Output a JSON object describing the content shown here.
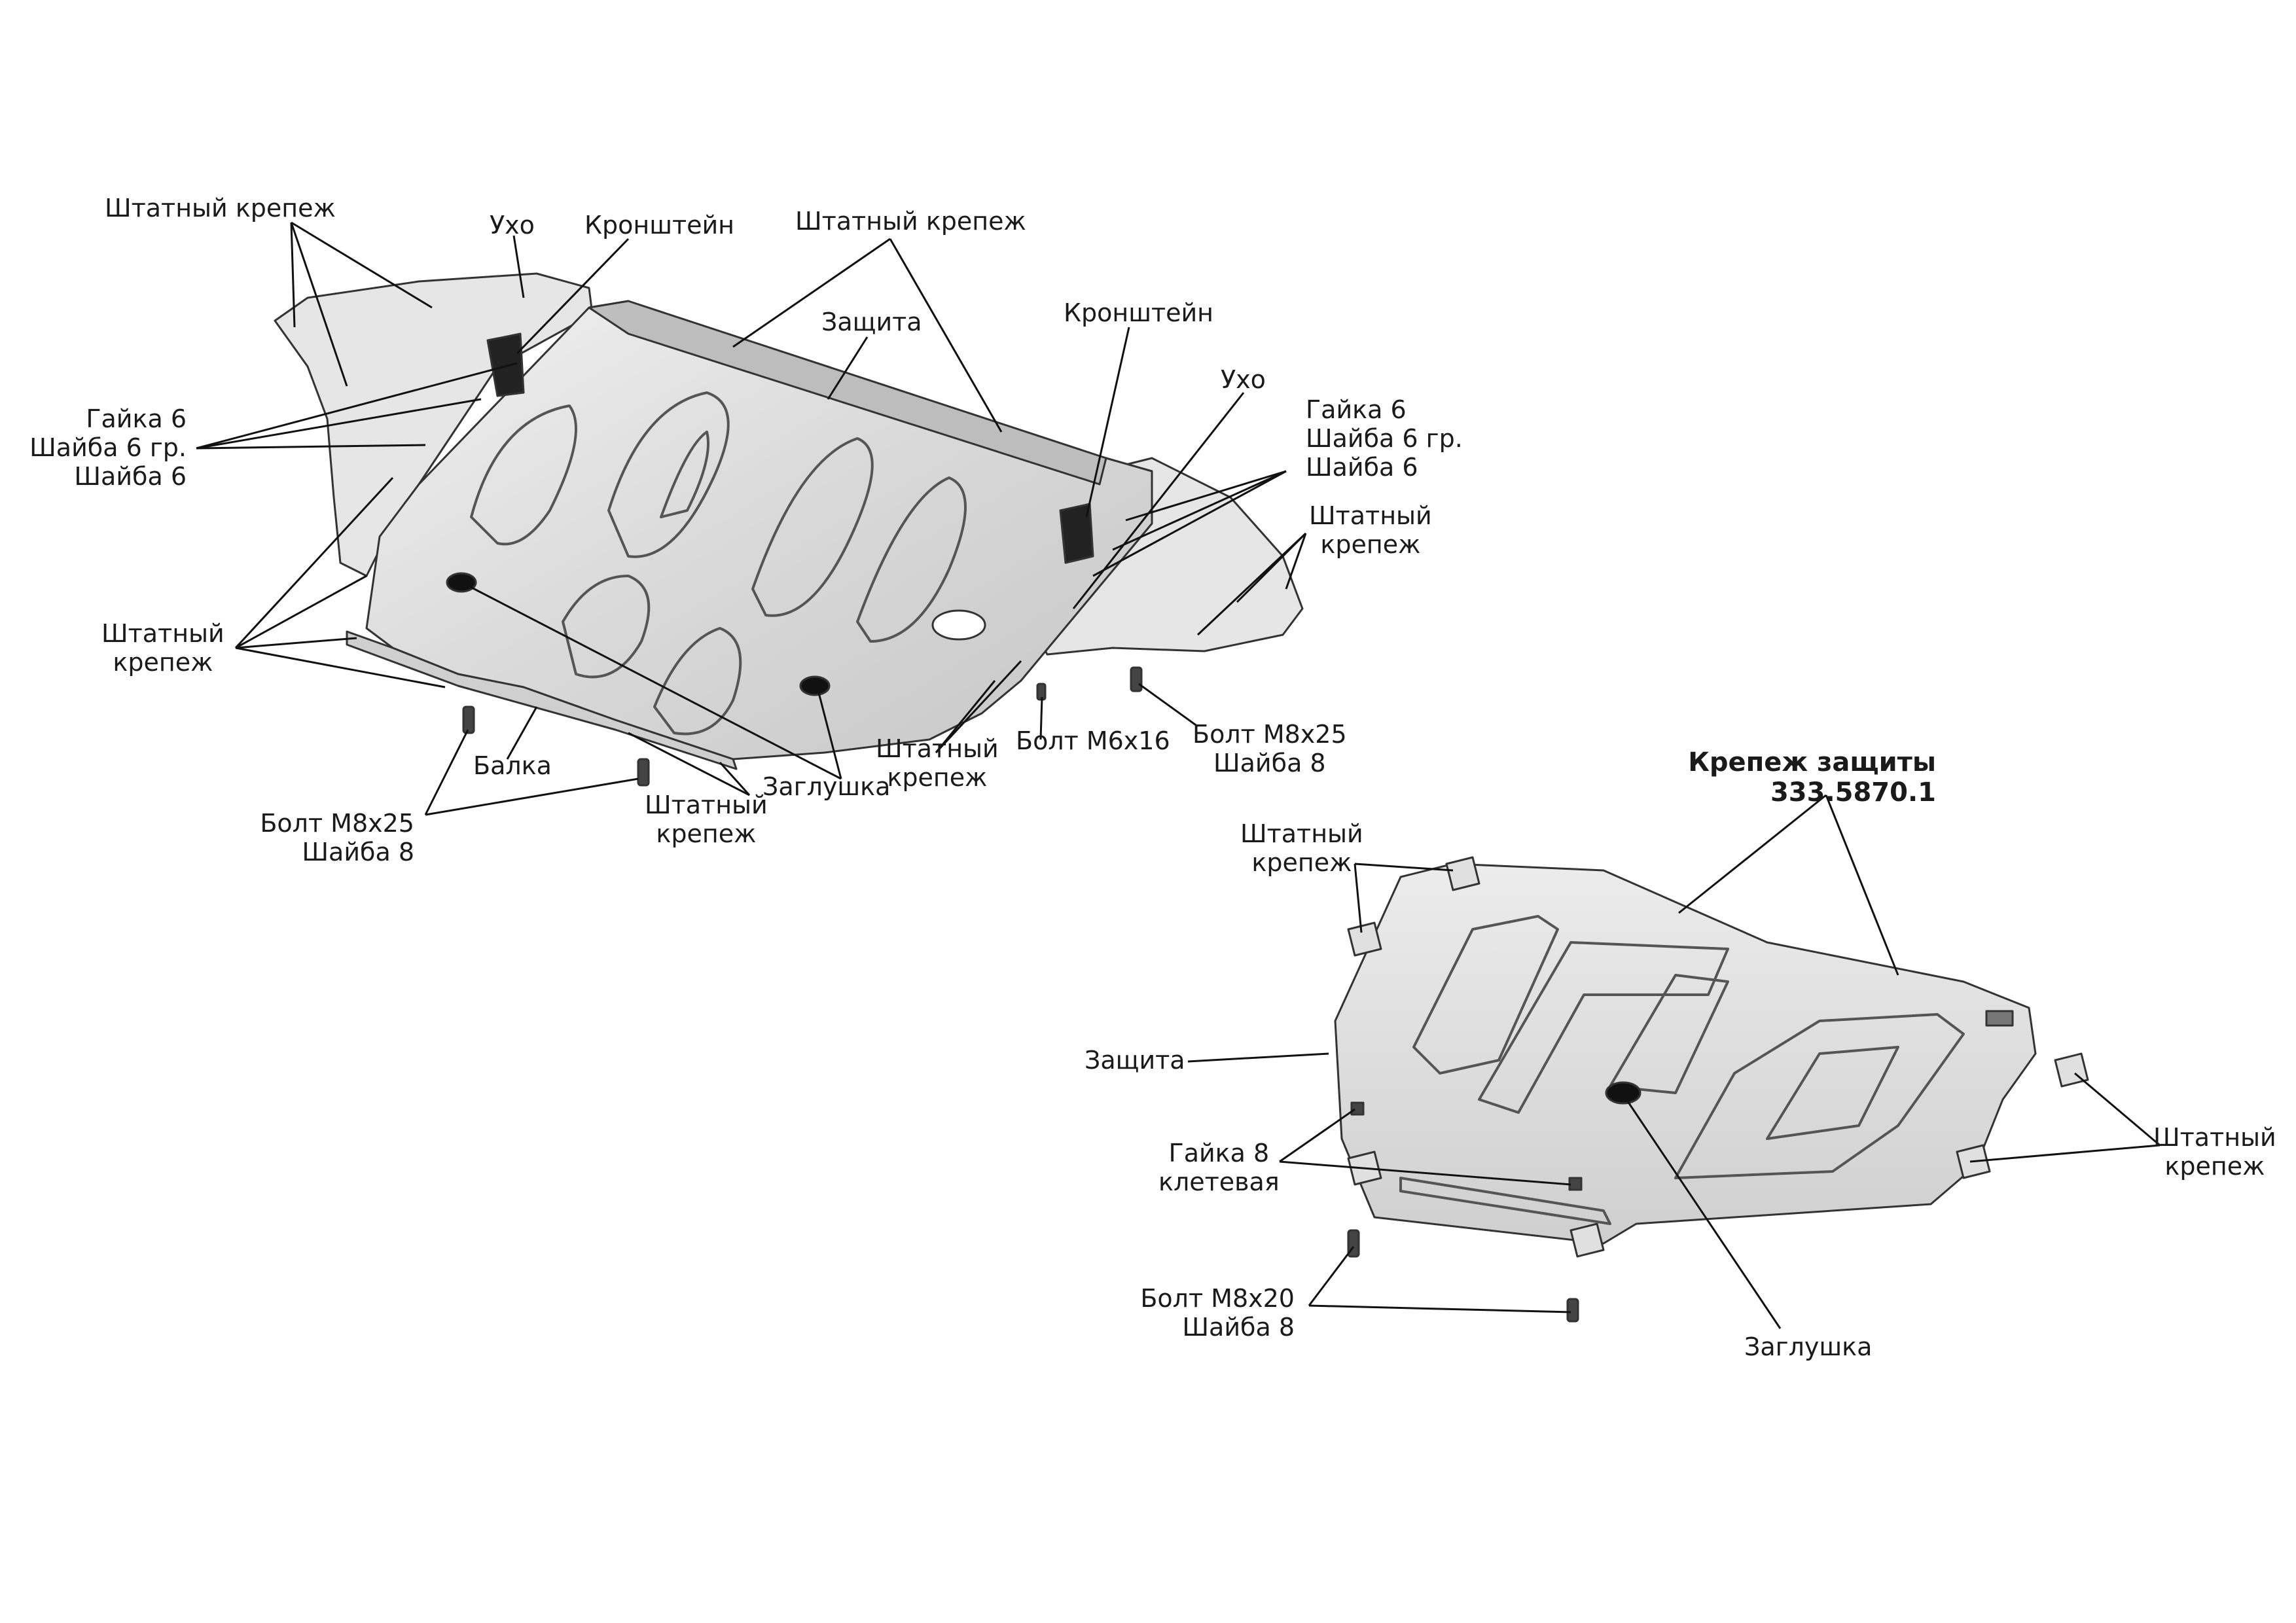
{
  "kit": {
    "title": "Крепеж защиты",
    "code": "333.5870.1"
  },
  "upper": {
    "std_top_left": "Штатный крепеж",
    "ear_left": "Ухо",
    "bracket_left": "Кронштейн",
    "std_top_center": "Штатный крепеж",
    "guard": "Защита",
    "bracket_right": "Кронштейн",
    "ear_right": "Ухо",
    "nut_left": [
      "Гайка 6",
      "Шайба 6 гр.",
      "Шайба 6"
    ],
    "nut_right": [
      "Гайка 6",
      "Шайба 6 гр.",
      "Шайба 6"
    ],
    "std_right": [
      "Штатный",
      "крепеж"
    ],
    "std_left": [
      "Штатный",
      "крепеж"
    ],
    "bolt_m6": "Болт М6х16",
    "bolt_m8_right": [
      "Болт М8х25",
      "Шайба 8"
    ],
    "std_bottom_right": [
      "Штатный",
      "крепеж"
    ],
    "beam": "Балка",
    "std_bottom_center": [
      "Штатный",
      "крепеж"
    ],
    "plug": "Заглушка",
    "bolt_m8_left": [
      "Болт М8х25",
      "Шайба 8"
    ]
  },
  "lower": {
    "std_top": [
      "Штатный",
      "крепеж"
    ],
    "guard": "Защита",
    "cage_nut": [
      "Гайка 8",
      "клетевая"
    ],
    "std_right": [
      "Штатный",
      "крепеж"
    ],
    "bolt_m8": [
      "Болт М8х20",
      "Шайба 8"
    ],
    "plug": "Заглушка"
  }
}
